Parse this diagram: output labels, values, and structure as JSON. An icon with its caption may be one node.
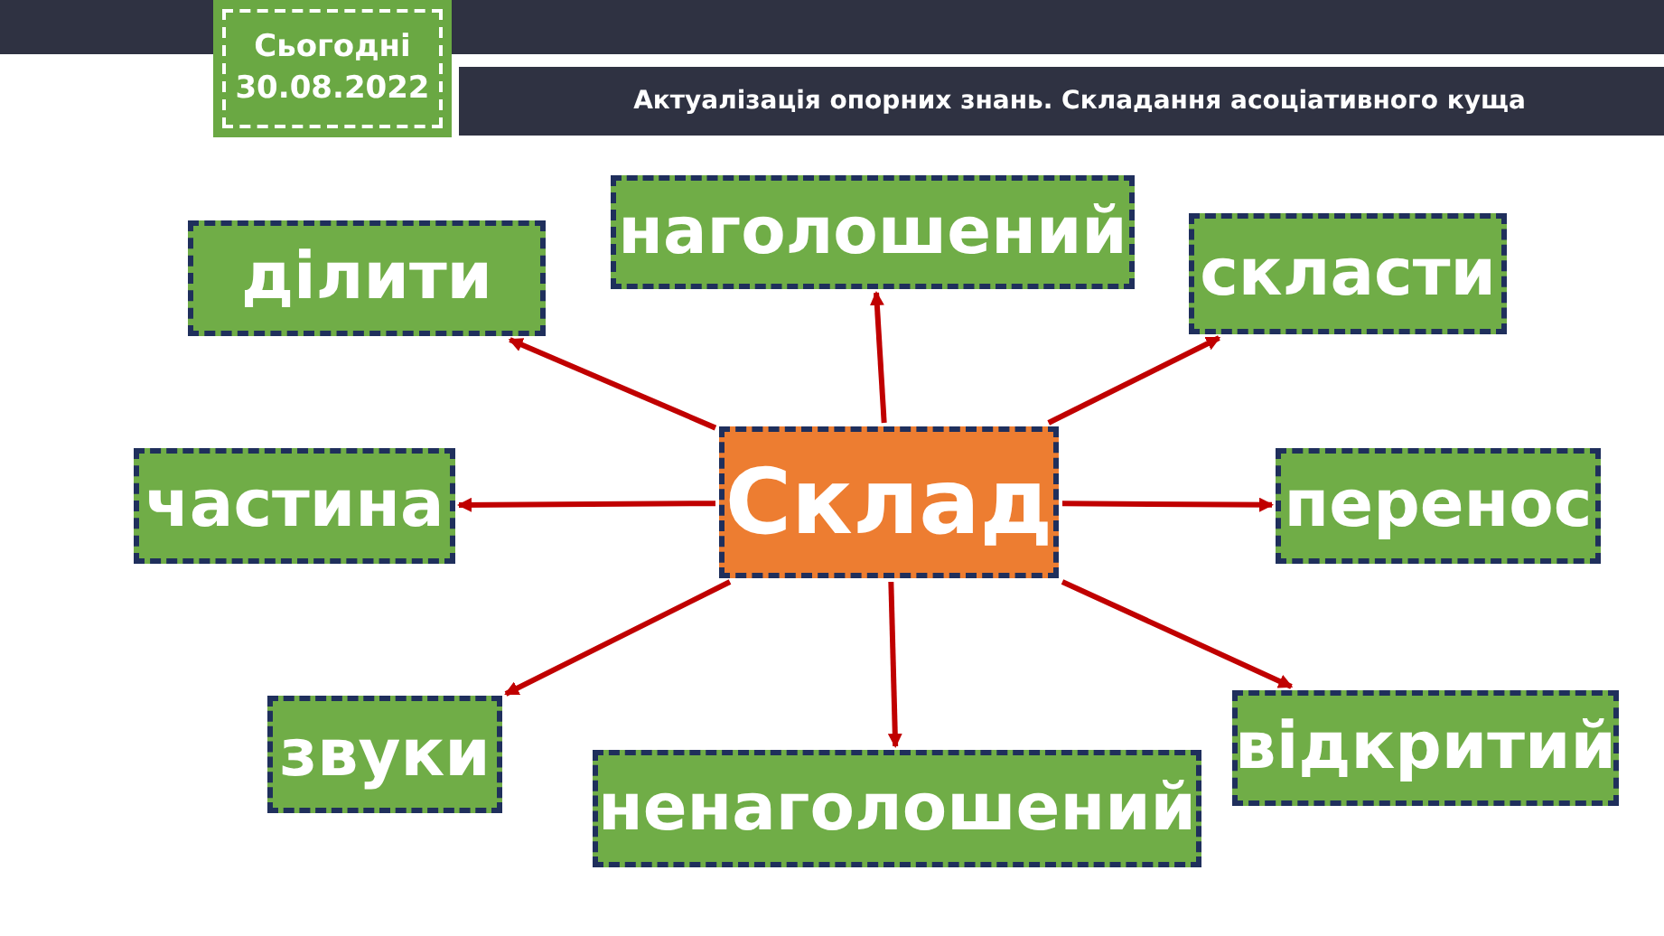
{
  "diagram": {
    "title": "Актуалізація опорних знань. Складання асоціативного куща",
    "nodes": [
      {
        "text": [
          "Сьогодні",
          "30.08.2022"
        ]
      },
      {
        "text": [
          "Склад"
        ]
      },
      {
        "text": [
          "наголошений"
        ]
      },
      {
        "text": [
          "ділити"
        ]
      },
      {
        "text": [
          "скласти"
        ]
      },
      {
        "text": [
          "частина"
        ]
      },
      {
        "text": [
          "перенос"
        ]
      },
      {
        "text": [
          "звуки"
        ]
      },
      {
        "text": [
          "ненаголошений"
        ]
      },
      {
        "text": [
          "відкритий"
        ]
      }
    ],
    "edges": [
      {
        "from": 1,
        "to": 2,
        "arrow": "to"
      },
      {
        "from": 1,
        "to": 3,
        "arrow": "to"
      },
      {
        "from": 1,
        "to": 4,
        "arrow": "to"
      },
      {
        "from": 1,
        "to": 5,
        "arrow": "to"
      },
      {
        "from": 1,
        "to": 6,
        "arrow": "to"
      },
      {
        "from": 1,
        "to": 7,
        "arrow": "to"
      },
      {
        "from": 1,
        "to": 8,
        "arrow": "to"
      },
      {
        "from": 1,
        "to": 9,
        "arrow": "to"
      }
    ]
  }
}
